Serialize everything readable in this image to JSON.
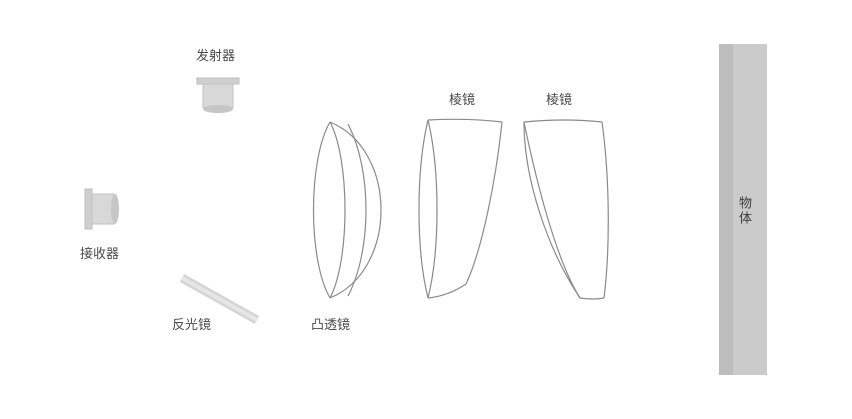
{
  "labels": {
    "emitter": "发射器",
    "receiver": "接收器",
    "reflector": "反光镜",
    "convex_lens": "凸透镜",
    "prism_1": "棱镜",
    "prism_2": "棱镜",
    "object": "物体"
  },
  "colors": {
    "component_fill": "#d9d9d9",
    "component_shadow": "#c4c4c4",
    "outline": "#8a8a8a",
    "object_fill": "#c9c9c9",
    "label_text": "#4a4a4a"
  }
}
